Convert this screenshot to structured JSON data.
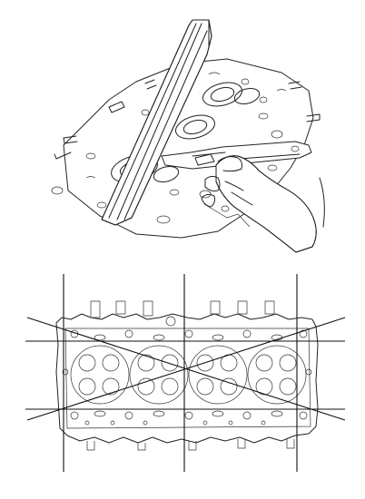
{
  "figure": {
    "panels": [
      {
        "id": "top",
        "subject": "straightedge-and-feeler-gauge-on-cylinder-head"
      },
      {
        "id": "bottom",
        "subject": "cylinder-head-flatness-measurement-directions"
      }
    ],
    "colors": {
      "line": "#222222",
      "background": "#ffffff",
      "reference_line": "#111111"
    }
  }
}
